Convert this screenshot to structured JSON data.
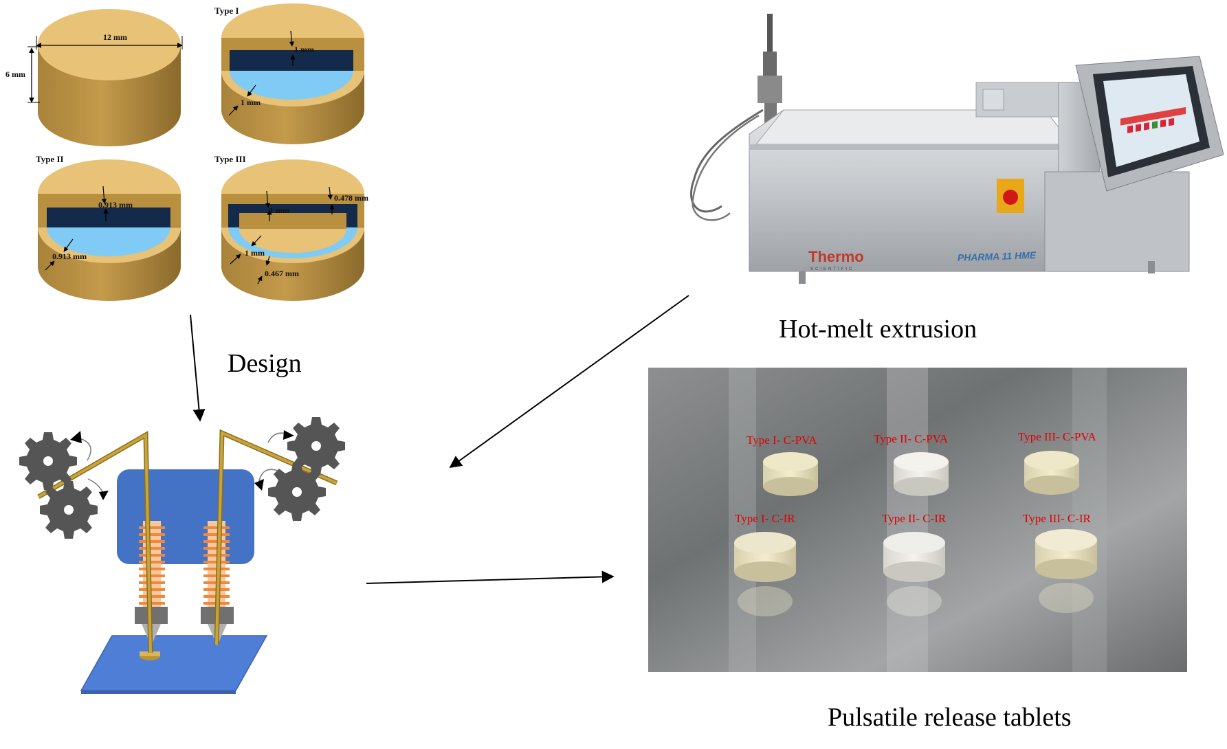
{
  "captions": {
    "design": "Design",
    "hme": "Hot-melt extrusion",
    "tablets": "Pulsatile release tablets"
  },
  "design_panel": {
    "dims": {
      "diameter": "12 mm",
      "height": "6 mm",
      "t1_top": "1 mm",
      "t1_side": "1 mm",
      "t2_top": "0.913 mm",
      "t2_side": "0.913 mm",
      "t3_top_inner": "1 mm",
      "t3_top_outer": "0.478 mm",
      "t3_side_inner": "1 mm",
      "t3_side_outer": "0.467 mm"
    },
    "types": [
      "Type I",
      "Type II",
      "Type III"
    ]
  },
  "extruder": {
    "brand": "Thermo",
    "brand_sub": "SCIENTIFIC",
    "model": "PHARMA 11 HME"
  },
  "tablet_labels": [
    "Type I- C-PVA",
    "Type II- C-PVA",
    "Type III- C-PVA",
    "Type I- C-IR",
    "Type II- C-IR",
    "Type III- C-IR"
  ],
  "colors": {
    "tablet_tan": "#e8c277",
    "tablet_side": "#b8903f",
    "inner_dark": "#142a4a",
    "core_blue": "#80cbf5",
    "printer_blue": "#4472c4",
    "plate_blue": "#4f7ed6",
    "filament": "#b8962e",
    "heater": "#f0883a",
    "gear": "#555555",
    "label_red": "#e00000"
  }
}
